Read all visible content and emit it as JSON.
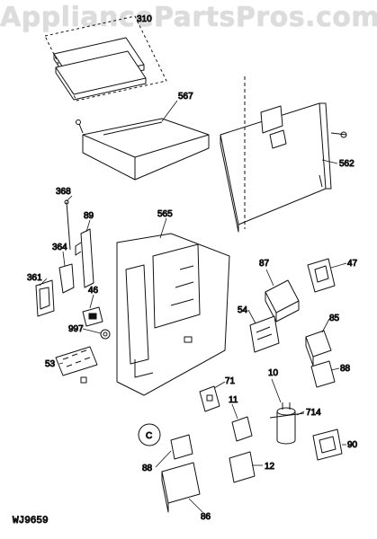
{
  "watermark": "AppliancePartsPros.com",
  "doc_code": "WJ9659",
  "callouts": {
    "c310": "310",
    "c567": "567",
    "c562": "562",
    "c565": "565",
    "c368": "368",
    "c89": "89",
    "c364": "364",
    "c361": "361",
    "c46": "46",
    "c997": "997",
    "c53": "53",
    "c87": "87",
    "c47": "47",
    "c54": "54",
    "c85": "85",
    "c71": "71",
    "c10": "10",
    "c88a": "88",
    "c11": "11",
    "c714": "714",
    "cC": "C",
    "c88b": "88",
    "c12": "12",
    "c90": "90",
    "c86": "86"
  }
}
